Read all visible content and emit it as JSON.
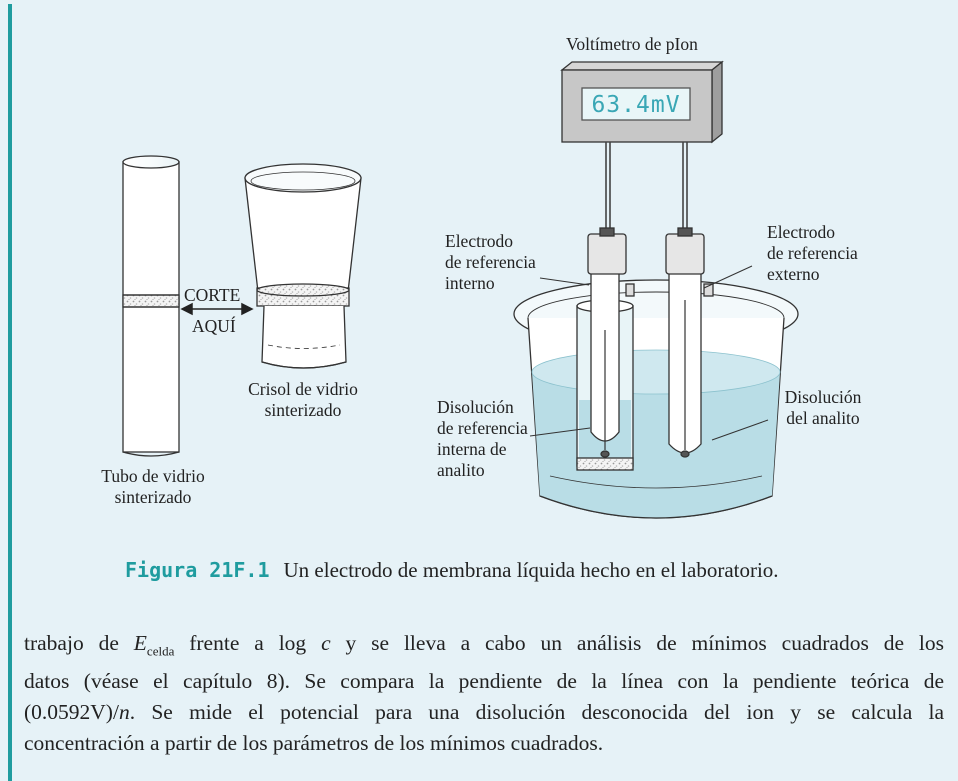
{
  "figure": {
    "labels": {
      "voltmeter": "Voltímetro de pIon",
      "display": "63.4mV",
      "corte": "CORTE",
      "aqui": "AQUÍ",
      "crucible": [
        "Crisol de vidrio",
        "sinterizado"
      ],
      "tube": [
        "Tubo de vidrio",
        "sinterizado"
      ],
      "internal_electrode": [
        "Electrodo",
        "de referencia",
        "interno"
      ],
      "external_electrode": [
        "Electrodo",
        "de referencia",
        "externo"
      ],
      "internal_solution": [
        "Disolución",
        "de referencia",
        "interna de",
        "analito"
      ],
      "analyte_solution": [
        "Disolución",
        "del analito"
      ]
    },
    "caption": {
      "number": "Figura 21F.1",
      "text": "Un electrodo de membrana líquida hecho en el laboratorio."
    }
  },
  "body": {
    "line1": {
      "a": "trabajo de ",
      "e": "E",
      "sub": "celda",
      "b": " frente a log ",
      "c": "c",
      "d": " y se lleva a cabo un análisis de mínimos cuadrados de los"
    },
    "line2": "datos (véase el capítulo 8). Se compara la pendiente de la línea con la pendiente teórica de",
    "line3": {
      "a": "(0.0592V)/",
      "n": "n",
      "b": ". Se mide el potencial para una disolución desconocida del ion y se calcula la"
    },
    "line4": "concentración a partir de los parámetros de los mínimos cuadrados."
  },
  "colors": {
    "panel": "#e6f2f7",
    "accent": "#1f9c9f",
    "solution": "#b9dde6",
    "display": "#3aa7b5"
  }
}
